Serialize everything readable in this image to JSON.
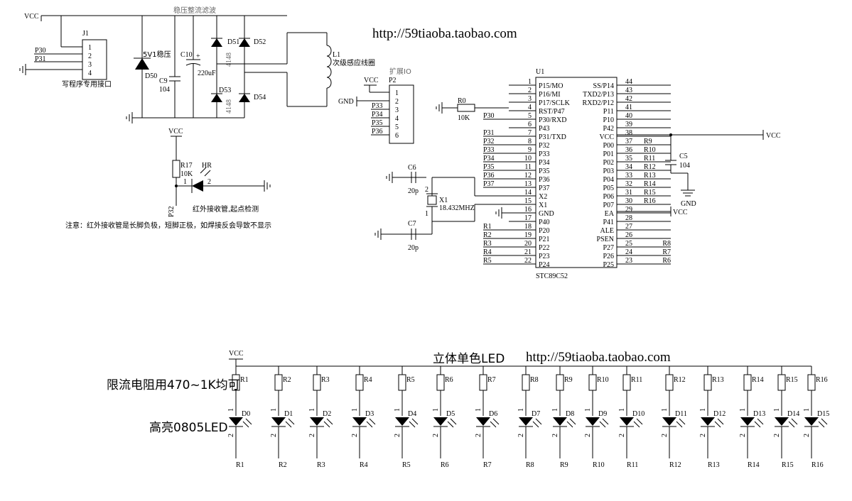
{
  "top": {
    "vcc": "VCC",
    "url": "http://59tiaoba.taobao.com",
    "title_regulator": "稳压整流滤波",
    "j1_ref": "J1",
    "j1_pins": [
      "1",
      "2",
      "3",
      "4"
    ],
    "j1_nets": [
      "P30",
      "P31"
    ],
    "j1_label": "写程序专用接口",
    "zener_value": "5V1稳压",
    "d50": "D50",
    "c9": "C9",
    "c9_value": "104",
    "c10": "C10",
    "c10_value": "220uF",
    "c10_polarity": "+",
    "diodes": [
      "D51",
      "D52",
      "D53",
      "D54"
    ],
    "diode_part": "4148",
    "l1": "L1",
    "l1_label": "次级感应线圈",
    "ext_title": "扩展IO",
    "p2_ref": "P2",
    "p2_vcc": "VCC",
    "p2_gnd": "GND",
    "p2_pins": [
      "1",
      "2",
      "3",
      "4",
      "5",
      "6"
    ],
    "p2_nets": [
      "P33",
      "P34",
      "P35",
      "P36"
    ],
    "r17": "R17",
    "r17_value": "10K",
    "hr": "HR",
    "hr_pins": [
      "1",
      "2"
    ],
    "p32": "P32",
    "ir_label": "红外接收管,起点检测",
    "note": "注意：红外接收管是长脚负极，短脚正极，如焊接反会导致不显示",
    "vcc_r17": "VCC"
  },
  "mcu": {
    "u1": "U1",
    "part": "STC89C52",
    "left_pins": [
      {
        "num": "1",
        "name": "P15/MO",
        "net": ""
      },
      {
        "num": "2",
        "name": "P16/MI",
        "net": ""
      },
      {
        "num": "3",
        "name": "P17/SCLK",
        "net": ""
      },
      {
        "num": "4",
        "name": "RST/P47",
        "net": ""
      },
      {
        "num": "5",
        "name": "P30/RXD",
        "net": "P30"
      },
      {
        "num": "6",
        "name": "P43",
        "net": ""
      },
      {
        "num": "7",
        "name": "P31/TXD",
        "net": "P31"
      },
      {
        "num": "8",
        "name": "P32",
        "net": "P32"
      },
      {
        "num": "9",
        "name": "P33",
        "net": "P33"
      },
      {
        "num": "10",
        "name": "P34",
        "net": "P34"
      },
      {
        "num": "11",
        "name": "P35",
        "net": "P35"
      },
      {
        "num": "12",
        "name": "P36",
        "net": "P36"
      },
      {
        "num": "13",
        "name": "P37",
        "net": "P37"
      },
      {
        "num": "14",
        "name": "X2",
        "net": ""
      },
      {
        "num": "15",
        "name": "X1",
        "net": ""
      },
      {
        "num": "16",
        "name": "GND",
        "net": ""
      },
      {
        "num": "17",
        "name": "P40",
        "net": ""
      },
      {
        "num": "18",
        "name": "P20",
        "net": "R1"
      },
      {
        "num": "19",
        "name": "P21",
        "net": "R2"
      },
      {
        "num": "20",
        "name": "P22",
        "net": "R3"
      },
      {
        "num": "21",
        "name": "P23",
        "net": "R4"
      },
      {
        "num": "22",
        "name": "P24",
        "net": "R5"
      }
    ],
    "right_pins": [
      {
        "num": "44",
        "name": "SS/P14",
        "net": ""
      },
      {
        "num": "43",
        "name": "TXD2/P13",
        "net": ""
      },
      {
        "num": "42",
        "name": "RXD2/P12",
        "net": ""
      },
      {
        "num": "41",
        "name": "P11",
        "net": ""
      },
      {
        "num": "40",
        "name": "P10",
        "net": ""
      },
      {
        "num": "39",
        "name": "P42",
        "net": ""
      },
      {
        "num": "38",
        "name": "VCC",
        "net": ""
      },
      {
        "num": "37",
        "name": "P00",
        "net": "R9"
      },
      {
        "num": "36",
        "name": "P01",
        "net": "R10"
      },
      {
        "num": "35",
        "name": "P02",
        "net": "R11"
      },
      {
        "num": "34",
        "name": "P03",
        "net": "R12"
      },
      {
        "num": "33",
        "name": "P04",
        "net": "R13"
      },
      {
        "num": "32",
        "name": "P05",
        "net": "R14"
      },
      {
        "num": "31",
        "name": "P06",
        "net": "R15"
      },
      {
        "num": "30",
        "name": "P07",
        "net": "R16"
      },
      {
        "num": "29",
        "name": "EA",
        "net": ""
      },
      {
        "num": "28",
        "name": "P41",
        "net": ""
      },
      {
        "num": "27",
        "name": "ALE",
        "net": ""
      },
      {
        "num": "26",
        "name": "PSEN",
        "net": ""
      },
      {
        "num": "25",
        "name": "P27",
        "net": "R8"
      },
      {
        "num": "24",
        "name": "P26",
        "net": "R7"
      },
      {
        "num": "23",
        "name": "P25",
        "net": "R6"
      }
    ],
    "r0": "R0",
    "r0_value": "10K",
    "c6": "C6",
    "c6_value": "20p",
    "c7": "C7",
    "c7_value": "20p",
    "x1": "X1",
    "x1_value": "18.432MHZ",
    "x1_pins": [
      "2",
      "1"
    ],
    "vcc38": "VCC",
    "vcc29": "VCC",
    "c5": "C5",
    "c5_value": "104",
    "gnd": "GND"
  },
  "led": {
    "vcc": "VCC",
    "title": "立体单色LED",
    "url": "http://59tiaoba.taobao.com",
    "resistor_note": "限流电阻用470~1K均可",
    "led_note": "高亮0805LED",
    "resistors": [
      "R1",
      "R2",
      "R3",
      "R4",
      "R5",
      "R6",
      "R7",
      "R8",
      "R9",
      "R10",
      "R11",
      "R12",
      "R13",
      "R14",
      "R15",
      "R16"
    ],
    "leds": [
      "D0",
      "D1",
      "D2",
      "D3",
      "D4",
      "D5",
      "D6",
      "D7",
      "D8",
      "D9",
      "D10",
      "D11",
      "D12",
      "D13",
      "D14",
      "D15"
    ],
    "nets": [
      "R1",
      "R2",
      "R3",
      "R4",
      "R5",
      "R6",
      "R7",
      "R8",
      "R9",
      "R10",
      "R11",
      "R12",
      "R13",
      "R14",
      "R15",
      "R16"
    ],
    "pin1": "1",
    "pin2": "2"
  }
}
